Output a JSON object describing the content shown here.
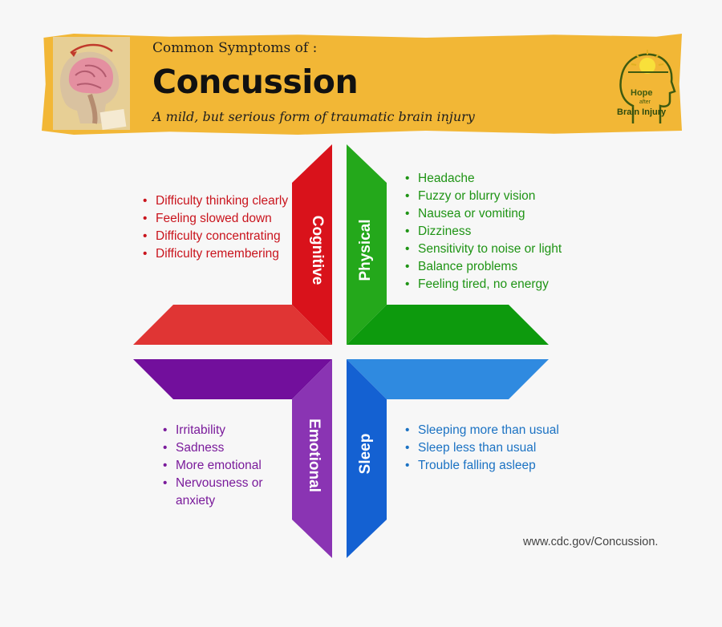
{
  "header": {
    "subtitle": "Common Symptoms of :",
    "title": "Concussion",
    "tagline": "A mild, but serious form of traumatic brain injury"
  },
  "logo": {
    "hope": "Hope",
    "after": "after",
    "brain_injury": "Brain Injury"
  },
  "quadrants": {
    "cognitive": {
      "label": "Cognitive",
      "color": "#d9121b",
      "symptoms": [
        "Difficulty thinking clearly",
        "Feeling slowed down",
        "Difficulty concentrating",
        "Difficulty remembering"
      ]
    },
    "physical": {
      "label": "Physical",
      "color": "#13a10e",
      "symptoms": [
        "Headache",
        "Fuzzy or blurry vision",
        "Nausea or vomiting",
        "Dizziness",
        "Sensitivity to noise or light",
        "Balance problems",
        "Feeling tired, no energy"
      ]
    },
    "emotional": {
      "label": "Emotional",
      "color": "#7b1fa2",
      "symptoms": [
        "Irritability",
        "Sadness",
        "More emotional",
        "Nervousness or anxiety"
      ]
    },
    "sleep": {
      "label": "Sleep",
      "color": "#1a67c9",
      "symptoms": [
        "Sleeping more than usual",
        "Sleep less than usual",
        "Trouble falling asleep"
      ]
    }
  },
  "source": "www.cdc.gov/Concussion."
}
